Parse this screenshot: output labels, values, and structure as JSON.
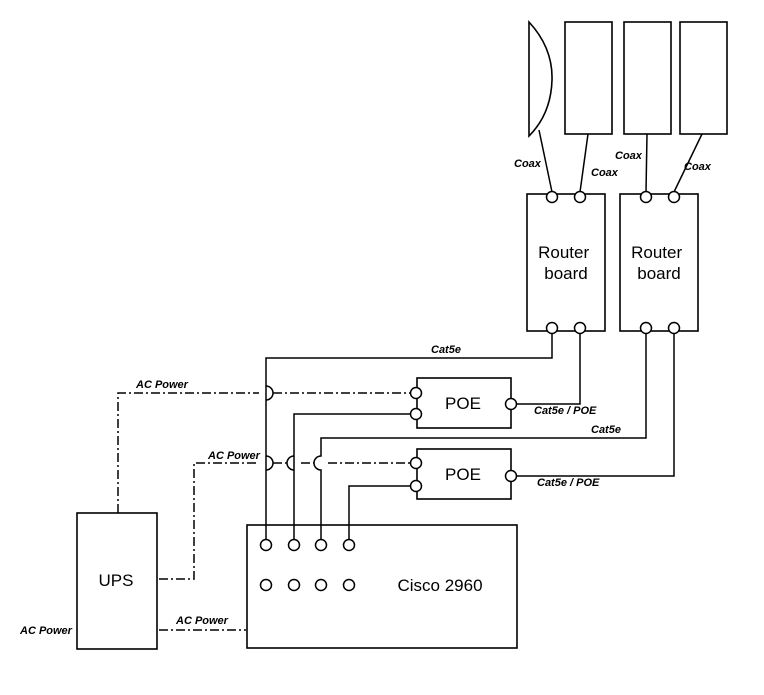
{
  "labels": {
    "router_board_1": [
      "Router",
      "board"
    ],
    "router_board_2": [
      "Router",
      "board"
    ],
    "poe_1": "POE",
    "poe_2": "POE",
    "switch": "Cisco 2960",
    "ups": "UPS"
  },
  "wire_labels": {
    "coax_1": "Coax",
    "coax_2": "Coax",
    "coax_3": "Coax",
    "coax_4": "Coax",
    "cat5e_1": "Cat5e",
    "cat5e_2": "Cat5e",
    "cat5e_poe_1": "Cat5e / POE",
    "cat5e_poe_2": "Cat5e / POE",
    "ac_power_1": "AC Power",
    "ac_power_2": "AC Power",
    "ac_power_3": "AC Power",
    "ac_power_input": "AC Power"
  }
}
